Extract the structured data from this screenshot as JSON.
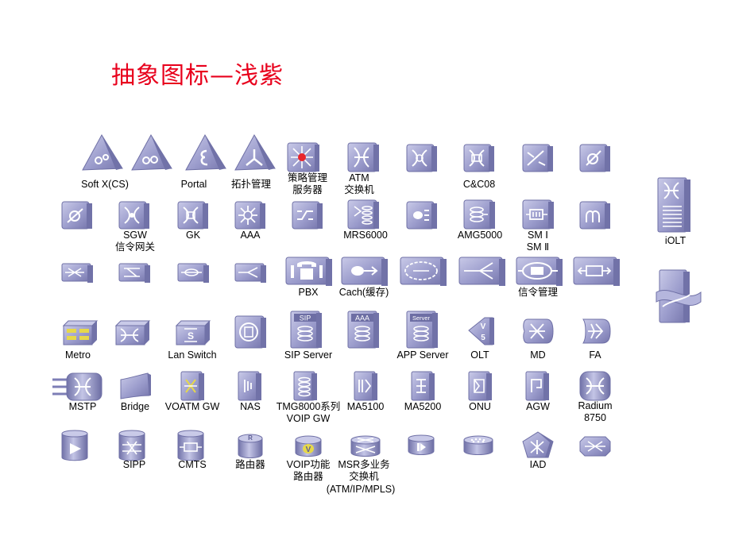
{
  "title": "抽象图标—浅紫",
  "colors": {
    "title": "#e8001c",
    "icon_face": "#9b9ccc",
    "icon_light": "#c9cae8",
    "icon_dark": "#5f5f94",
    "glyph": "#ffffff",
    "policy_dot": "#e8262c"
  },
  "labels": {
    "softx": "Soft X(CS)",
    "portal": "Portal",
    "topo1": "拓扑管理",
    "policy1": "策略管理",
    "policy2": "服务器",
    "atm1": "ATM",
    "atm2": "交换机",
    "cc08": "C&C08",
    "sgw1": "SGW",
    "sgw2": "信令网关",
    "gk": "GK",
    "aaa": "AAA",
    "mrs": "MRS6000",
    "amg": "AMG5000",
    "sm1": "SM Ⅰ",
    "sm2": "SM Ⅱ",
    "iolt": "iOLT",
    "pbx": "PBX",
    "cach": "Cach(缓存)",
    "sigmgmt": "信令管理",
    "metro": "Metro",
    "lanswitch": "Lan Switch",
    "sip": "SIP Server",
    "app": "APP Server",
    "olt": "OLT",
    "md": "MD",
    "fa": "FA",
    "mstp": "MSTP",
    "bridge": "Bridge",
    "voatm": "VOATM GW",
    "nas": "NAS",
    "tmg1": "TMG8000系列",
    "tmg2": "VOIP GW",
    "ma5100": "MA5100",
    "ma5200": "MA5200",
    "onu": "ONU",
    "agw": "AGW",
    "radium1": "Radium",
    "radium2": "8750",
    "sipp": "SIPP",
    "cmts": "CMTS",
    "router": "路由器",
    "voip1": "VOIP功能",
    "voip2": "路由器",
    "msr1": "MSR多业务",
    "msr2": "交换机",
    "msr3": "(ATM/IP/MPLS)",
    "iad": "IAD"
  },
  "icon_texts": {
    "sip": "SIP",
    "aaa": "AAA",
    "server": "Server",
    "olt_v": "V",
    "olt_5": "5",
    "lan_s": "S",
    "router_r": "R",
    "voip_v": "V"
  }
}
